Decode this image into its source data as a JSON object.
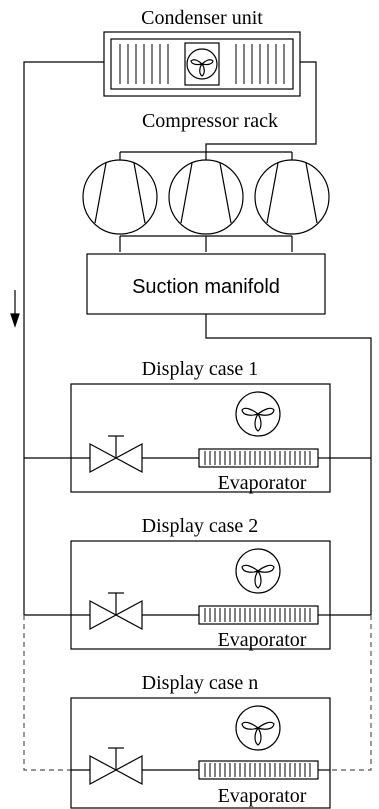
{
  "labels": {
    "condenser": "Condenser unit",
    "compressor": "Compressor rack",
    "suction": "Suction manifold"
  },
  "cases": [
    {
      "title": "Display case 1",
      "evaporator": "Evaporator"
    },
    {
      "title": "Display case 2",
      "evaporator": "Evaporator"
    },
    {
      "title": "Display case n",
      "evaporator": "Evaporator"
    }
  ],
  "icons": {
    "fan": "fan-icon",
    "compressor": "compressor-icon",
    "valve": "expansion-valve-icon",
    "flow_arrow": "down-arrow-icon"
  },
  "colors": {
    "line": "#000000",
    "dashed": "#555555"
  }
}
